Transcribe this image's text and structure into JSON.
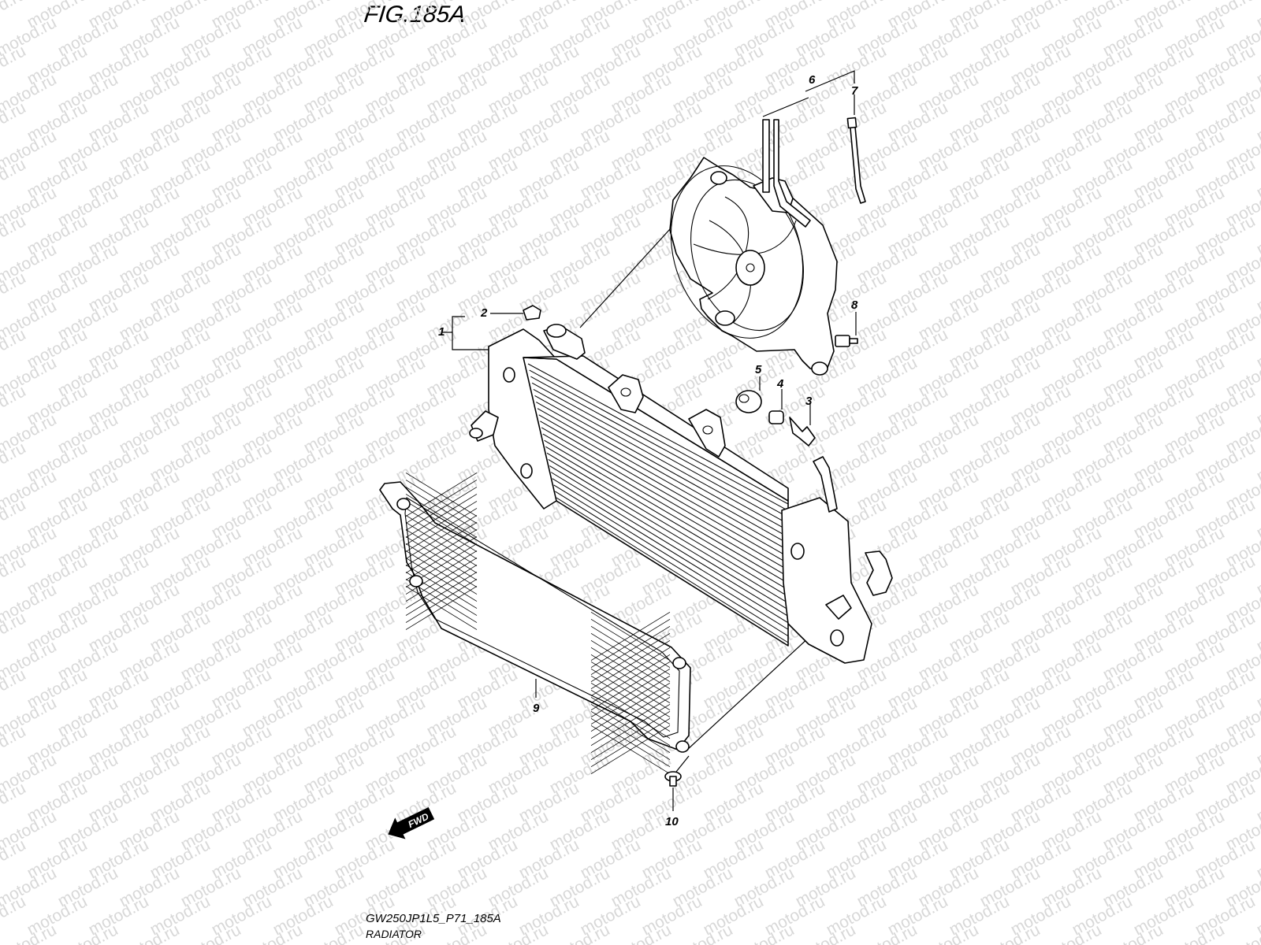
{
  "figure": {
    "title": "FIG.185A",
    "code": "GW250JP1L5_P71_185A",
    "name": "RADIATOR"
  },
  "watermark": {
    "text": "motod.ru"
  },
  "callouts": {
    "c1": "1",
    "c2": "2",
    "c3": "3",
    "c4": "4",
    "c5": "5",
    "c6": "6",
    "c7": "7",
    "c8": "8",
    "c9": "9",
    "c10": "10"
  },
  "direction_label": "FWD"
}
